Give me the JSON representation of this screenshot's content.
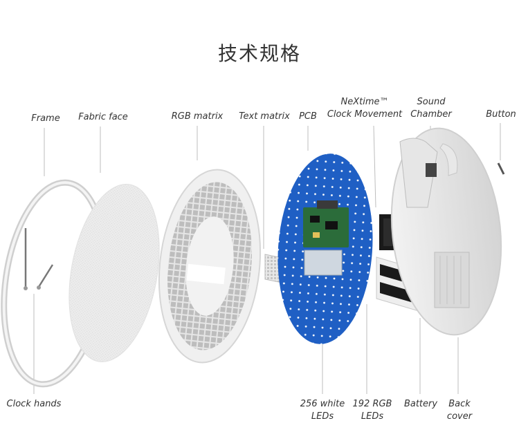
{
  "title": "技术规格",
  "labels": {
    "frame": "Frame",
    "fabric_face": "Fabric face",
    "rgb_matrix": "RGB matrix",
    "text_matrix": "Text matrix",
    "pcb": "PCB",
    "movement_line1": "NeXtime™",
    "movement_line2": "Clock Movement",
    "sound_line1": "Sound",
    "sound_line2": "Chamber",
    "button": "Button",
    "clock_hands": "Clock hands",
    "white_leds_line1": "256 white",
    "white_leds_line2": "LEDs",
    "rgb_leds_line1": "192 RGB",
    "rgb_leds_line2": "LEDs",
    "battery": "Battery",
    "back_line1": "Back",
    "back_line2": "cover"
  },
  "colors": {
    "pcb_blue": "#1f5fc4",
    "frame_silver": "#d9d9d9",
    "battery_black": "#1a1a1a"
  }
}
